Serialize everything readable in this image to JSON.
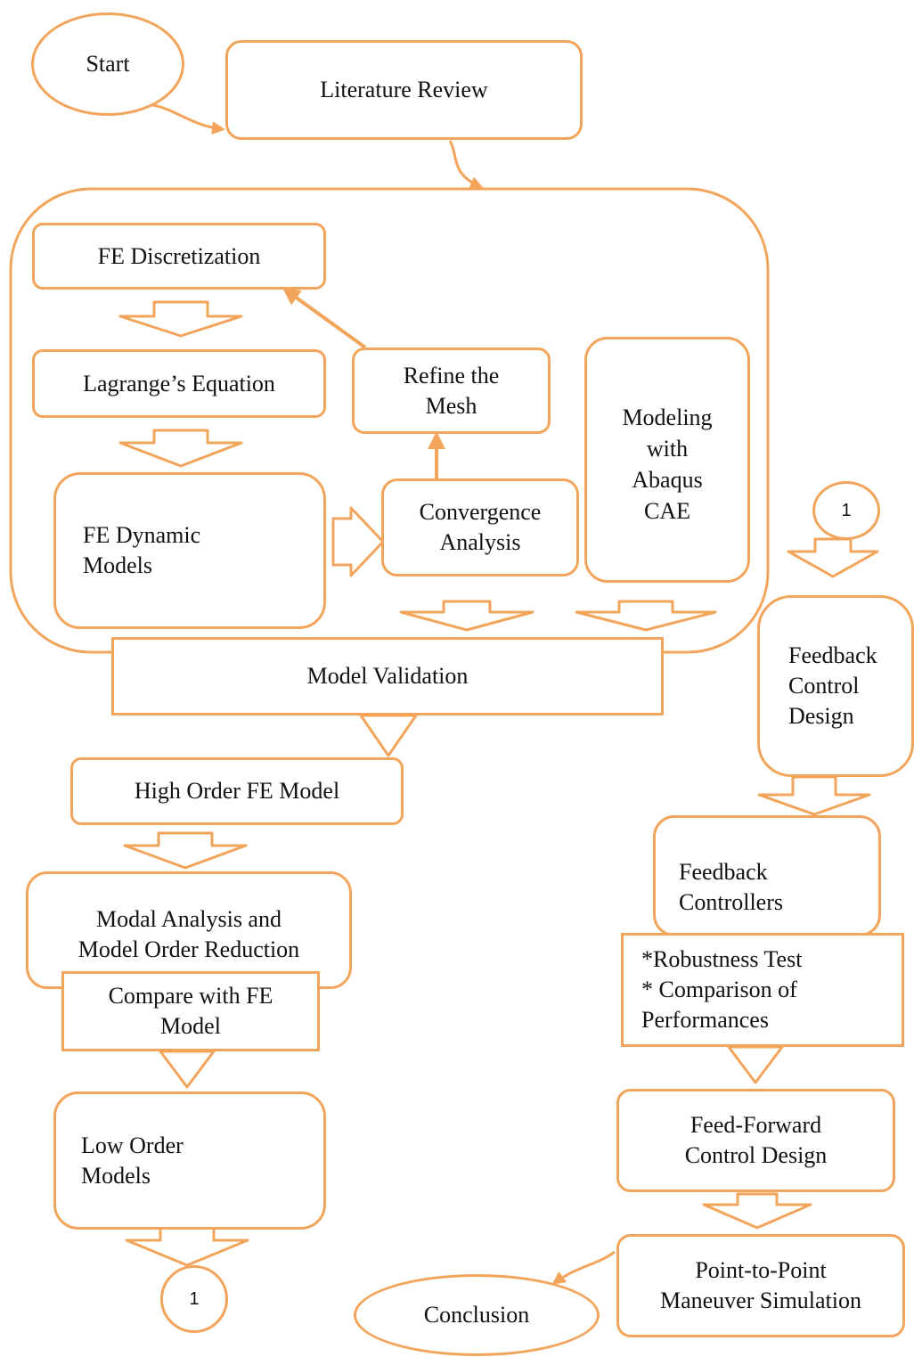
{
  "start": "Start",
  "literature_review": "Literature Review",
  "fe_discretization": "FE Discretization",
  "lagrange": "Lagrange’s Equation",
  "refine_mesh": "Refine the\nMesh",
  "modeling_abaqus": "Modeling\nwith\nAbaqus\nCAE",
  "fe_dynamic_models": "FE Dynamic\nModels",
  "convergence_analysis": "Convergence\nAnalysis",
  "model_validation": "Model Validation",
  "high_order_fe_model": "High Order FE Model",
  "modal_analysis": "Modal Analysis and\nModel Order Reduction",
  "compare_fe_model": "Compare with FE\nModel",
  "low_order_models": "Low Order\nModels",
  "connector_label": "1",
  "feedback_control_design": "Feedback\nControl\nDesign",
  "feedback_controllers": "Feedback\nControllers",
  "robustness_test": "*Robustness Test\n* Comparison of\nPerformances",
  "feed_forward": "Feed-Forward\nControl Design",
  "point_to_point": "Point-to-Point\nManeuver Simulation",
  "conclusion": "Conclusion",
  "colors": {
    "stroke": "#f2a55a",
    "text": "#111111"
  },
  "icons": {
    "document_stack": "document-stack-icon"
  }
}
